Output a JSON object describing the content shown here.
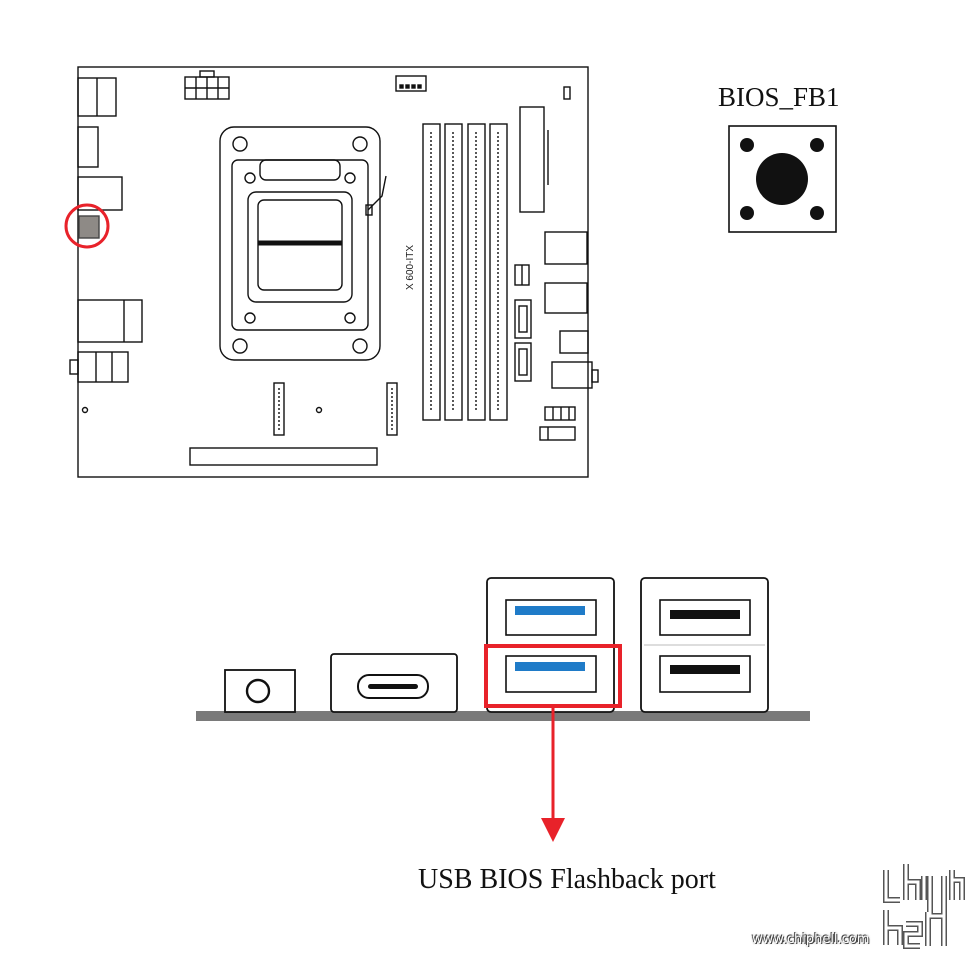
{
  "labels": {
    "bios_button": "BIOS_FB1",
    "flashback_port": "USB BIOS Flashback port",
    "board_model": "X 600-ITX"
  },
  "watermark": {
    "url": "www.chiphell.com",
    "brand_icon": "chiphell-logo-icon"
  },
  "colors": {
    "line": "#111111",
    "highlight": "#e8222a",
    "usb3_blue": "#1f7bc8",
    "button_gray": "#8e8a86",
    "panel": "#7a7a7a"
  }
}
